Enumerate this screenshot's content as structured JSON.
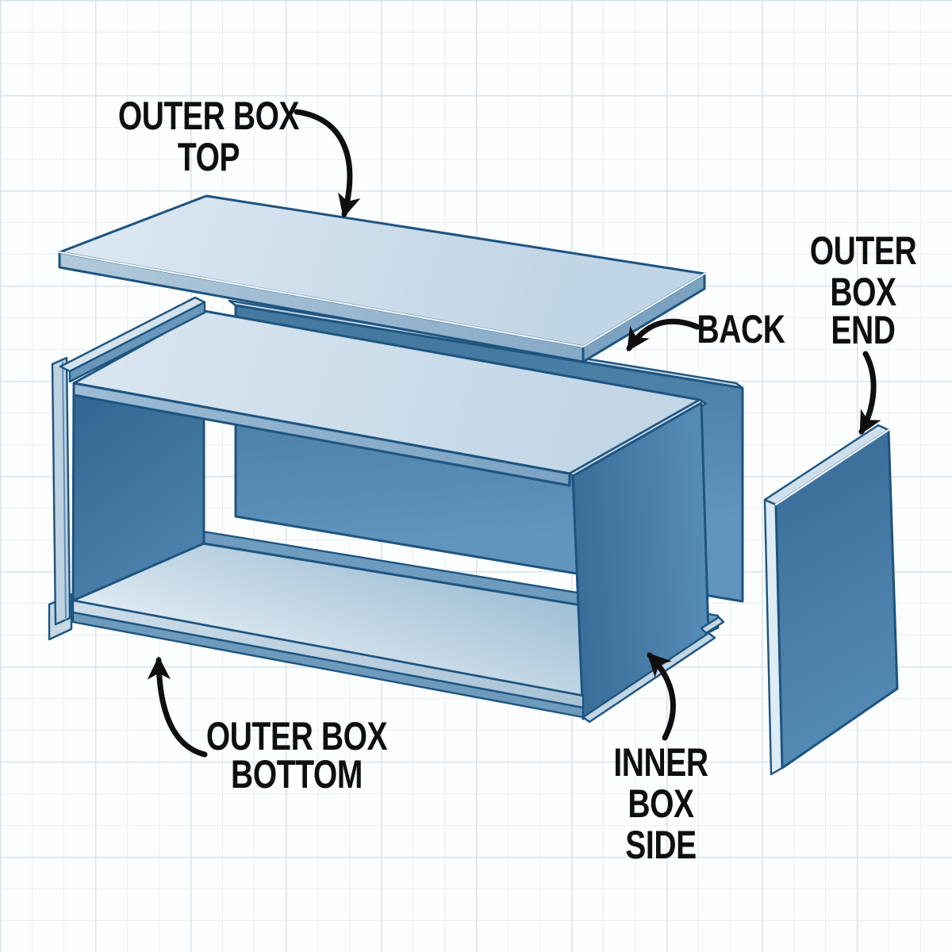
{
  "labels": {
    "outer_box_top": {
      "line1": "OUTER BOX",
      "line2": "TOP"
    },
    "back": {
      "line1": "BACK"
    },
    "outer_box_end": {
      "line1": "OUTER",
      "line2": "BOX",
      "line3": "END"
    },
    "outer_box_bottom": {
      "line1": "OUTER BOX",
      "line2": "BOTTOM"
    },
    "inner_box_side": {
      "line1": "INNER",
      "line2": "BOX",
      "line3": "SIDE"
    }
  },
  "colors": {
    "background": "#fdfeff",
    "grid_minor": "#e7eef5",
    "grid_major": "#d6e3ee",
    "outline": "#1d5480",
    "label_text": "#0f0f0f",
    "arrow": "#0f0f0f",
    "panel_light": "#cfdfeb",
    "panel_medium": "#4d83ab",
    "panel_dark": "#386c97"
  }
}
